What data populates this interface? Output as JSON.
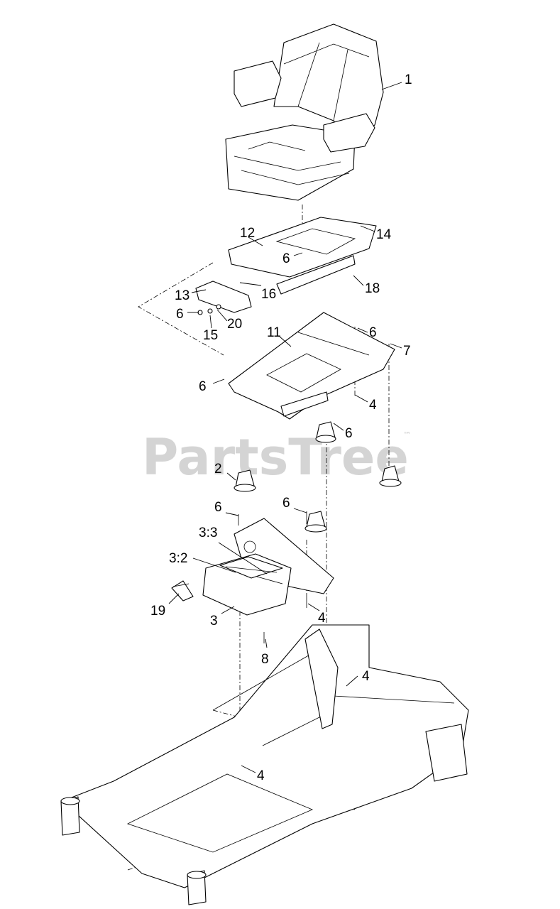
{
  "watermark": {
    "text": "PartsTree",
    "trademark": "™"
  },
  "callouts": {
    "c1": "1",
    "c12": "12",
    "c14": "14",
    "c6a": "6",
    "c13": "13",
    "c16": "16",
    "c18": "18",
    "c6b": "6",
    "c20": "20",
    "c15": "15",
    "c11": "11",
    "c6c": "6",
    "c7": "7",
    "c6d": "6",
    "c4a": "4",
    "c6e": "6",
    "c2": "2",
    "c6f": "6",
    "c6g": "6",
    "c33": "3:3",
    "c32": "3:2",
    "c19": "19",
    "c3": "3",
    "c4b": "4",
    "c8": "8",
    "c4c": "4",
    "c4d": "4"
  }
}
